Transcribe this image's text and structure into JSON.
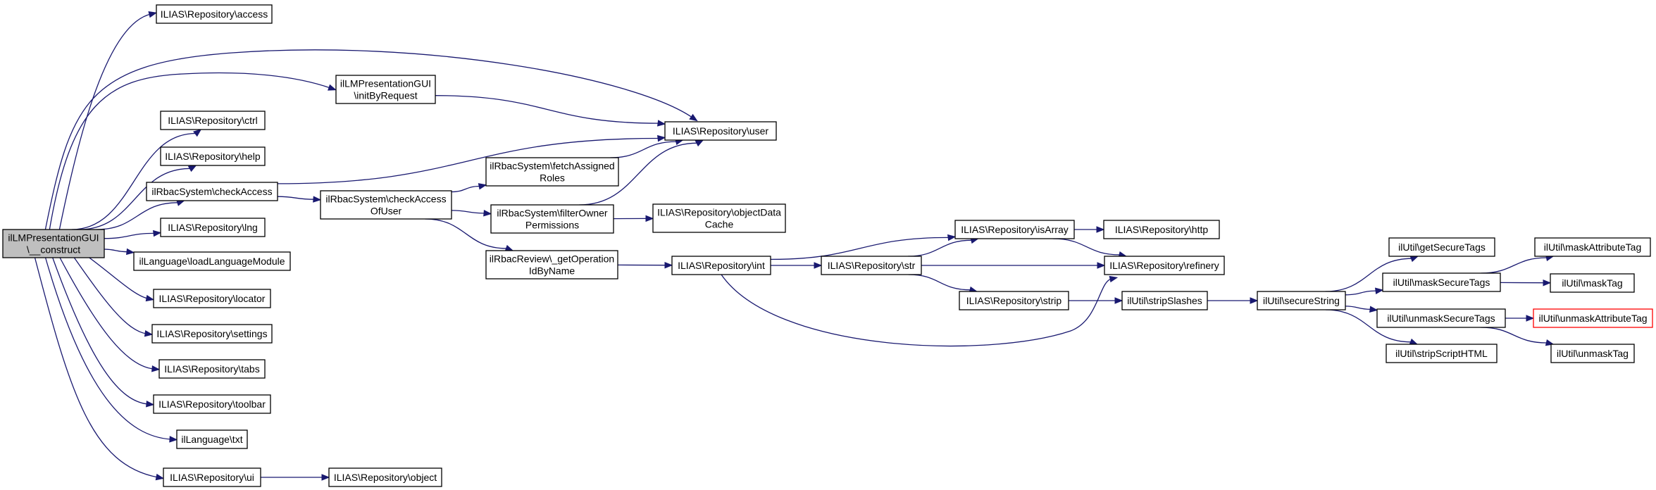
{
  "diagram": {
    "type": "call-graph",
    "colors": {
      "edge": "#191970",
      "root_fill": "#bfbfbf",
      "node_border": "#000000",
      "truncated_border": "#ff0000",
      "background": "#ffffff"
    },
    "nodes": [
      {
        "id": "root",
        "lines": [
          "ilLMPresentationGUI",
          "\\__construct"
        ],
        "root": true
      },
      {
        "id": "access",
        "lines": [
          "ILIAS\\Repository\\access"
        ]
      },
      {
        "id": "initByRequest",
        "lines": [
          "ilLMPresentationGUI",
          "\\initByRequest"
        ]
      },
      {
        "id": "ctrl",
        "lines": [
          "ILIAS\\Repository\\ctrl"
        ]
      },
      {
        "id": "user",
        "lines": [
          "ILIAS\\Repository\\user"
        ]
      },
      {
        "id": "help",
        "lines": [
          "ILIAS\\Repository\\help"
        ]
      },
      {
        "id": "checkAccess",
        "lines": [
          "ilRbacSystem\\checkAccess"
        ]
      },
      {
        "id": "fetchAssignedRoles",
        "lines": [
          "ilRbacSystem\\fetchAssigned",
          "Roles"
        ]
      },
      {
        "id": "checkAccessOfUser",
        "lines": [
          "ilRbacSystem\\checkAccess",
          "OfUser"
        ]
      },
      {
        "id": "filterOwnerPermissions",
        "lines": [
          "ilRbacSystem\\filterOwner",
          "Permissions"
        ]
      },
      {
        "id": "objectDataCache",
        "lines": [
          "ILIAS\\Repository\\objectData",
          "Cache"
        ]
      },
      {
        "id": "lng",
        "lines": [
          "ILIAS\\Repository\\lng"
        ]
      },
      {
        "id": "loadLanguageModule",
        "lines": [
          "ilLanguage\\loadLanguageModule"
        ]
      },
      {
        "id": "getOperationIdByName",
        "lines": [
          "ilRbacReview\\_getOperation",
          "IdByName"
        ]
      },
      {
        "id": "int",
        "lines": [
          "ILIAS\\Repository\\int"
        ]
      },
      {
        "id": "isArray",
        "lines": [
          "ILIAS\\Repository\\isArray"
        ]
      },
      {
        "id": "http",
        "lines": [
          "ILIAS\\Repository\\http"
        ]
      },
      {
        "id": "str",
        "lines": [
          "ILIAS\\Repository\\str"
        ]
      },
      {
        "id": "refinery",
        "lines": [
          "ILIAS\\Repository\\refinery"
        ]
      },
      {
        "id": "strip",
        "lines": [
          "ILIAS\\Repository\\strip"
        ]
      },
      {
        "id": "stripSlashes",
        "lines": [
          "ilUtil\\stripSlashes"
        ]
      },
      {
        "id": "secureString",
        "lines": [
          "ilUtil\\secureString"
        ]
      },
      {
        "id": "getSecureTags",
        "lines": [
          "ilUtil\\getSecureTags"
        ]
      },
      {
        "id": "maskSecureTags",
        "lines": [
          "ilUtil\\maskSecureTags"
        ]
      },
      {
        "id": "maskAttributeTag",
        "lines": [
          "ilUtil\\maskAttributeTag"
        ]
      },
      {
        "id": "maskTag",
        "lines": [
          "ilUtil\\maskTag"
        ]
      },
      {
        "id": "unmaskSecureTags",
        "lines": [
          "ilUtil\\unmaskSecureTags"
        ]
      },
      {
        "id": "unmaskAttributeTag",
        "lines": [
          "ilUtil\\unmaskAttributeTag"
        ],
        "truncated": true
      },
      {
        "id": "unmaskTag",
        "lines": [
          "ilUtil\\unmaskTag"
        ]
      },
      {
        "id": "stripScriptHTML",
        "lines": [
          "ilUtil\\stripScriptHTML"
        ]
      },
      {
        "id": "locator",
        "lines": [
          "ILIAS\\Repository\\locator"
        ]
      },
      {
        "id": "settings",
        "lines": [
          "ILIAS\\Repository\\settings"
        ]
      },
      {
        "id": "tabs",
        "lines": [
          "ILIAS\\Repository\\tabs"
        ]
      },
      {
        "id": "toolbar",
        "lines": [
          "ILIAS\\Repository\\toolbar"
        ]
      },
      {
        "id": "txt",
        "lines": [
          "ilLanguage\\txt"
        ]
      },
      {
        "id": "ui",
        "lines": [
          "ILIAS\\Repository\\ui"
        ]
      },
      {
        "id": "object",
        "lines": [
          "ILIAS\\Repository\\object"
        ]
      }
    ],
    "edges": [
      [
        "root",
        "access"
      ],
      [
        "root",
        "user"
      ],
      [
        "root",
        "initByRequest"
      ],
      [
        "root",
        "ctrl"
      ],
      [
        "root",
        "help"
      ],
      [
        "root",
        "checkAccess"
      ],
      [
        "root",
        "lng"
      ],
      [
        "root",
        "loadLanguageModule"
      ],
      [
        "root",
        "locator"
      ],
      [
        "root",
        "settings"
      ],
      [
        "root",
        "tabs"
      ],
      [
        "root",
        "toolbar"
      ],
      [
        "root",
        "txt"
      ],
      [
        "root",
        "ui"
      ],
      [
        "initByRequest",
        "user"
      ],
      [
        "checkAccess",
        "user"
      ],
      [
        "checkAccess",
        "checkAccessOfUser"
      ],
      [
        "checkAccessOfUser",
        "fetchAssignedRoles"
      ],
      [
        "checkAccessOfUser",
        "filterOwnerPermissions"
      ],
      [
        "checkAccessOfUser",
        "getOperationIdByName"
      ],
      [
        "fetchAssignedRoles",
        "user"
      ],
      [
        "filterOwnerPermissions",
        "user"
      ],
      [
        "filterOwnerPermissions",
        "objectDataCache"
      ],
      [
        "getOperationIdByName",
        "int"
      ],
      [
        "int",
        "isArray"
      ],
      [
        "int",
        "str"
      ],
      [
        "int",
        "refinery"
      ],
      [
        "str",
        "isArray"
      ],
      [
        "str",
        "refinery"
      ],
      [
        "str",
        "strip"
      ],
      [
        "isArray",
        "http"
      ],
      [
        "isArray",
        "refinery"
      ],
      [
        "strip",
        "stripSlashes"
      ],
      [
        "stripSlashes",
        "secureString"
      ],
      [
        "secureString",
        "getSecureTags"
      ],
      [
        "secureString",
        "maskSecureTags"
      ],
      [
        "secureString",
        "unmaskSecureTags"
      ],
      [
        "secureString",
        "stripScriptHTML"
      ],
      [
        "maskSecureTags",
        "maskAttributeTag"
      ],
      [
        "maskSecureTags",
        "maskTag"
      ],
      [
        "unmaskSecureTags",
        "unmaskAttributeTag"
      ],
      [
        "unmaskSecureTags",
        "unmaskTag"
      ],
      [
        "ui",
        "object"
      ]
    ]
  }
}
